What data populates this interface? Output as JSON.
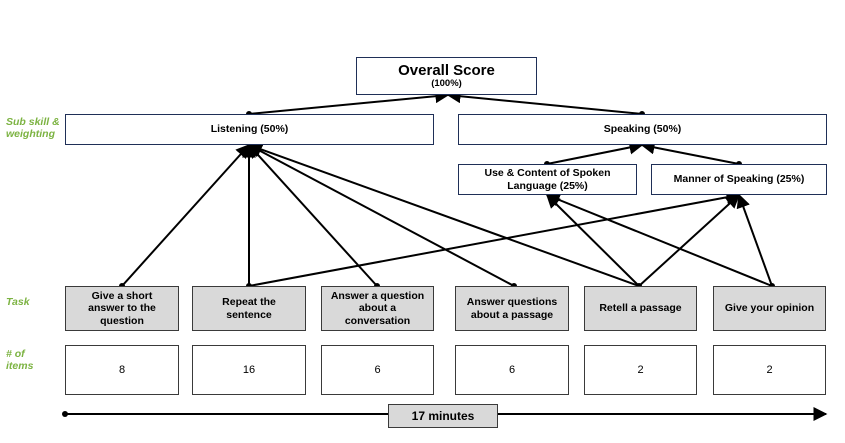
{
  "overall": {
    "title": "Overall Score",
    "weight": "(100%)"
  },
  "side_labels": {
    "subskill": "Sub skill &\nweighting",
    "task": "Task",
    "items": "# of\nitems"
  },
  "subskills": {
    "listening": "Listening (50%)",
    "speaking": "Speaking (50%)",
    "use_content": "Use & Content of Spoken\nLanguage (25%)",
    "manner": "Manner of Speaking (25%)"
  },
  "tasks": [
    {
      "label": "Give a short\nanswer to the\nquestion",
      "items": "8"
    },
    {
      "label": "Repeat the\nsentence",
      "items": "16"
    },
    {
      "label": "Answer a question\nabout a\nconversation",
      "items": "6"
    },
    {
      "label": "Answer questions\nabout a passage",
      "items": "6"
    },
    {
      "label": "Retell a passage",
      "items": "2"
    },
    {
      "label": "Give your opinion",
      "items": "2"
    }
  ],
  "timeline": {
    "label": "17 minutes"
  }
}
